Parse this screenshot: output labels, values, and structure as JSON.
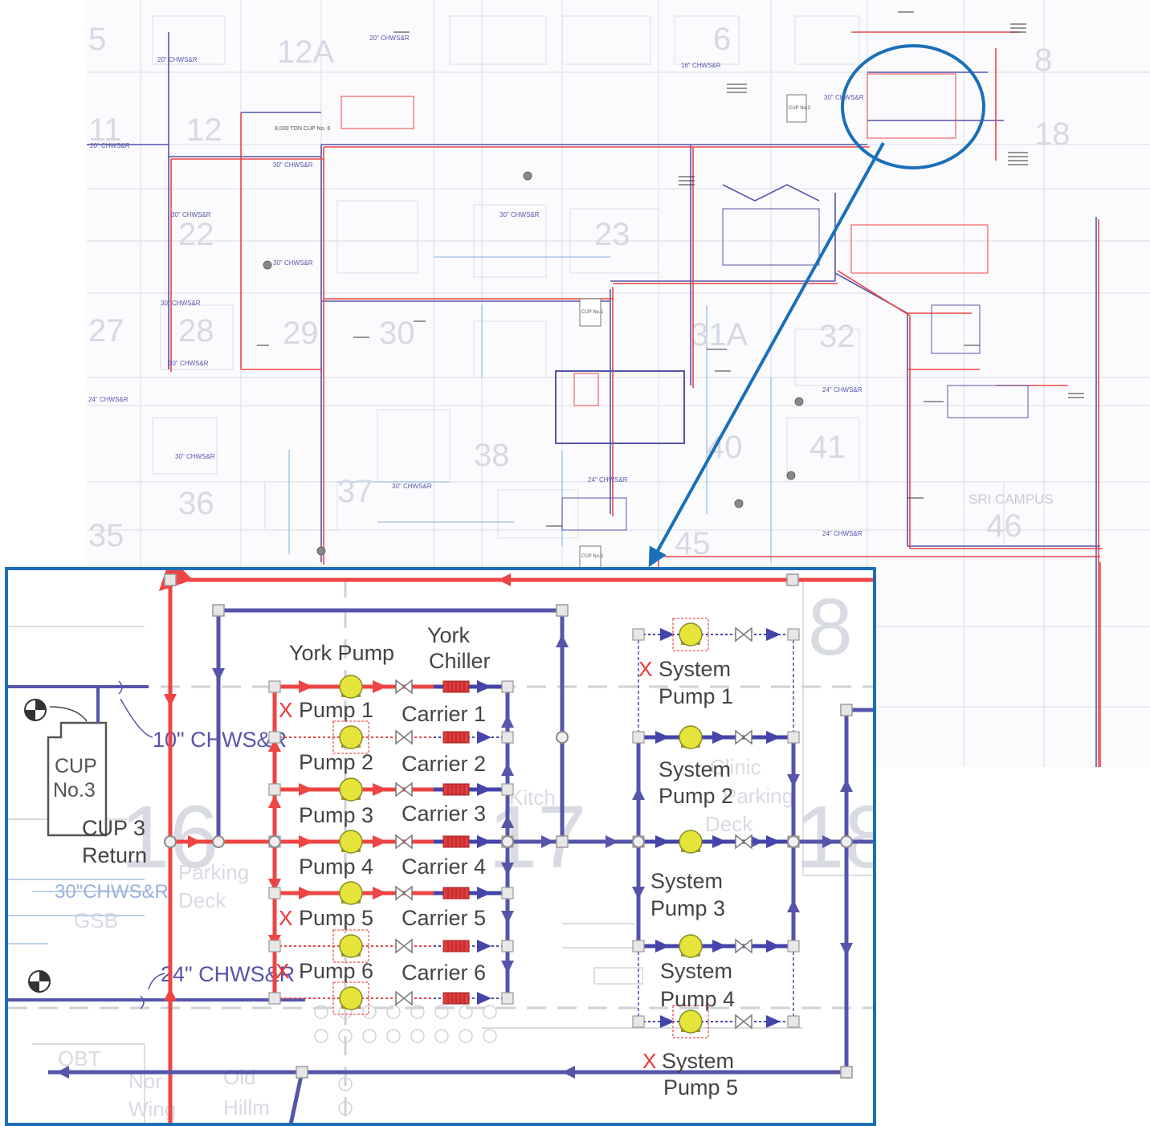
{
  "map": {
    "block_numbers": [
      "5",
      "12A",
      "6",
      "8",
      "11",
      "12",
      "18",
      "22",
      "23",
      "27",
      "28",
      "29",
      "30",
      "31A",
      "32",
      "36",
      "37",
      "38",
      "40",
      "41",
      "35",
      "45",
      "46"
    ],
    "pipe_labels": [
      "20\" CHWS&R",
      "20\" CHWS&R",
      "20\" CHWS&R",
      "16\" CHWS&R",
      "30\" CHWS&R",
      "30\" CHWS&R",
      "30\" CHWS&R",
      "30\" CHWS&R",
      "30\" CHWS&R",
      "30\" CHWS&R",
      "30\" CHWS&R",
      "24\" CHWS&R",
      "24\" CHWS&R",
      "30\" CHWS&R",
      "30\" CHWS&R",
      "24\" CHWS&R",
      "24\" CHWS&R"
    ],
    "plants": [
      {
        "label": "CUP No.3"
      },
      {
        "label": "CUP No.1"
      },
      {
        "label": "CUP No.5"
      },
      {
        "label": "8,000 TON CUP No. 6"
      }
    ],
    "campus_label": "SRI CAMPUS"
  },
  "detail": {
    "cup_box": {
      "line1": "CUP",
      "line2": "No.3"
    },
    "return_label": {
      "line1": "CUP 3",
      "line2": "Return"
    },
    "pipe_10": "10\" CHWS&R",
    "pipe_24": "24\" CHWS&R",
    "pipe_30": "30\"CHWS&R",
    "header_pump": "York Pump",
    "header_chiller": {
      "line1": "York",
      "line2": "Chiller"
    },
    "pumps": [
      "Pump 1",
      "Pump 2",
      "Pump 3",
      "Pump 4",
      "Pump 5",
      "Pump 6"
    ],
    "chillers": [
      "Carrier 1",
      "Carrier 2",
      "Carrier 3",
      "Carrier 4",
      "Carrier 5",
      "Carrier 6"
    ],
    "system_pumps": [
      {
        "line1": "System",
        "line2": "Pump 1"
      },
      {
        "line1": "System",
        "line2": "Pump 2"
      },
      {
        "line1": "System",
        "line2": "Pump 3"
      },
      {
        "line1": "System",
        "line2": "Pump 4"
      },
      {
        "line1": "System",
        "line2": "Pump 5"
      }
    ],
    "offline_mark": "X",
    "bg_labels": [
      "Parking",
      "Deck",
      "GSB",
      "QBT",
      "Nor",
      "Wing",
      "Old",
      "Hillm",
      "17",
      "16",
      "18",
      "8",
      "Kitch",
      "Parking",
      "Deck",
      "Clinic"
    ]
  },
  "colors": {
    "supply_red": "#ee4444",
    "return_blue": "#4444aa",
    "callout_blue": "#1a6fb8",
    "pump_yellow": "#e4e43a",
    "chiller_red": "#e03c3c",
    "map_line": "#d7dbe8"
  }
}
